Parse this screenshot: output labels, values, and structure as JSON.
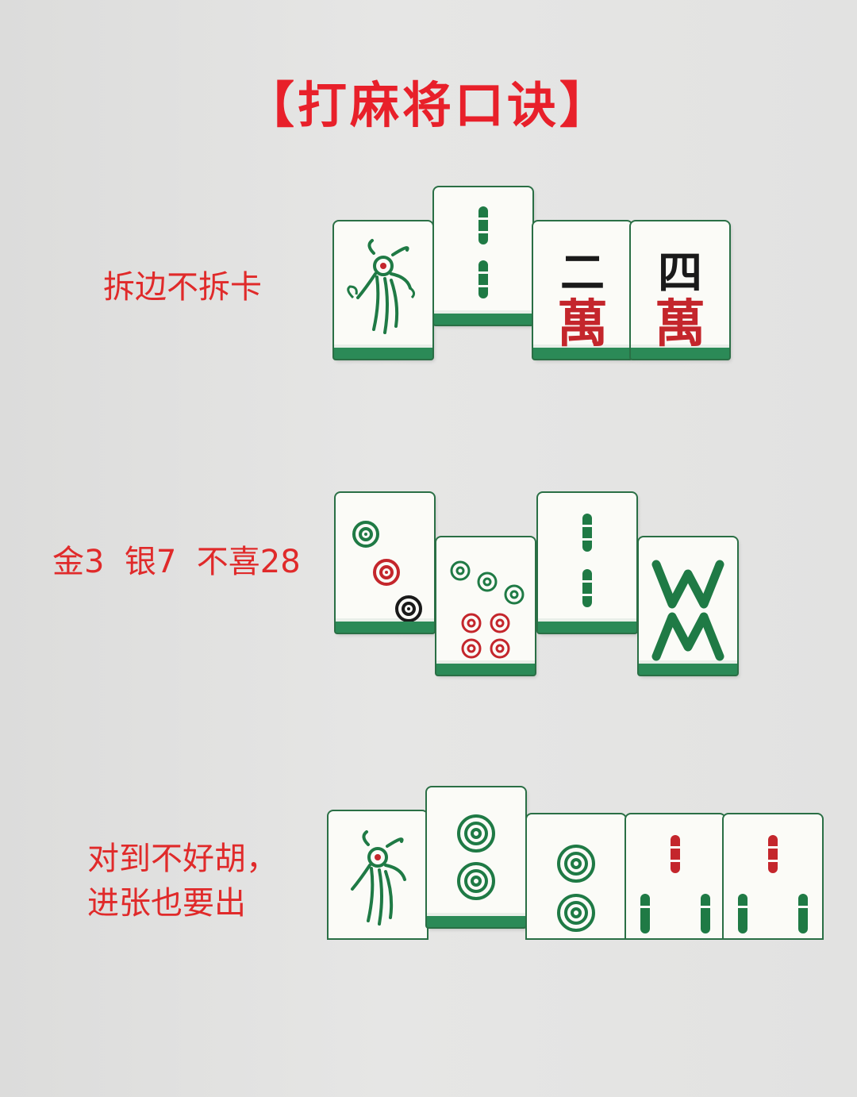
{
  "title": "【打麻将口诀】",
  "rows": [
    {
      "tip_lines": [
        "拆边不拆卡"
      ],
      "tiles": [
        "1-bamboo-bird",
        "2-bamboo",
        "2-characters",
        "4-characters"
      ]
    },
    {
      "tip_lines": [
        "金3  银7  不喜28"
      ],
      "tiles": [
        "3-dots",
        "7-dots",
        "2-bamboo",
        "8-bamboo"
      ]
    },
    {
      "tip_lines": [
        "对到不好胡，",
        "进张也要出"
      ],
      "tiles": [
        "1-bamboo-bird",
        "2-dots",
        "2-dots",
        "3-bamboo",
        "3-bamboo"
      ]
    }
  ],
  "tile_chars": {
    "two": "二",
    "four": "四",
    "wan": "萬"
  },
  "colors": {
    "title": "#e8202a",
    "text": "#e02a2a",
    "tile_face": "#fbfbf7",
    "tile_back": "#2b8a57",
    "green": "#1f7a45",
    "red": "#c4262c",
    "black": "#1a1a1a"
  }
}
